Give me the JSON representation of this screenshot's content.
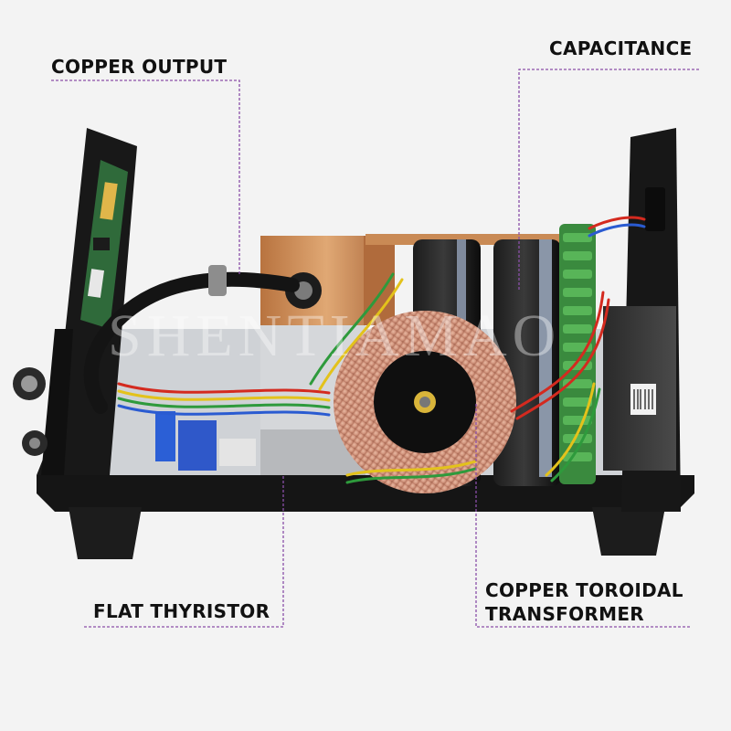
{
  "labels": {
    "copper_output": "COPPER OUTPUT",
    "capacitance": "CAPACITANCE",
    "flat_thyristor": "FLAT THYRISTOR",
    "toroidal_line1": "COPPER TOROIDAL",
    "toroidal_line2": "TRANSFORMER"
  },
  "watermark": "SHENTIAMAO",
  "colors": {
    "background": "#f3f3f3",
    "leader_line": "#8a4fa8",
    "chassis": "#1a1a1a",
    "copper": "#c98a55",
    "toroid_winding": "#d49a82",
    "circuit_board": "#2f6a3a",
    "wire_red": "#d42a1f",
    "wire_yellow": "#e3c21b",
    "wire_green": "#2e9a3c",
    "wire_blue": "#2a5bd1"
  }
}
